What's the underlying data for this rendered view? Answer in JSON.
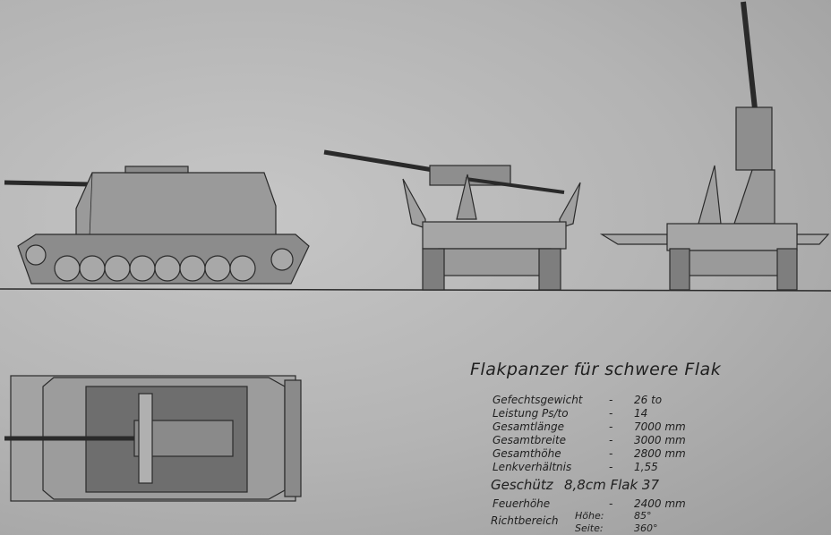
{
  "title": "Flakpanzer für schwere Flak",
  "specs": [
    {
      "label": "Gefechtsgewicht",
      "value": "26 to"
    },
    {
      "label": "Leistung Ps/to",
      "value": "14"
    },
    {
      "label": "Gesamtlänge",
      "value": "7000 mm"
    },
    {
      "label": "Gesamtbreite",
      "value": "3000 mm"
    },
    {
      "label": "Gesamthöhe",
      "value": "2800 mm"
    },
    {
      "label": "Lenkverhältnis",
      "value": "1,55"
    }
  ],
  "gun": {
    "label": "Geschütz",
    "value": "8,8cm Flak 37"
  },
  "fire_height": {
    "label": "Feuerhöhe",
    "value": "2400 mm"
  },
  "traverse": {
    "label": "Richtbereich",
    "elevation_label": "Höhe:",
    "elevation_value": "85°",
    "side_label": "Seite:",
    "side_value": "360°"
  },
  "colors": {
    "paper": "#b9b9b9",
    "ink": "#1e1e1e"
  }
}
